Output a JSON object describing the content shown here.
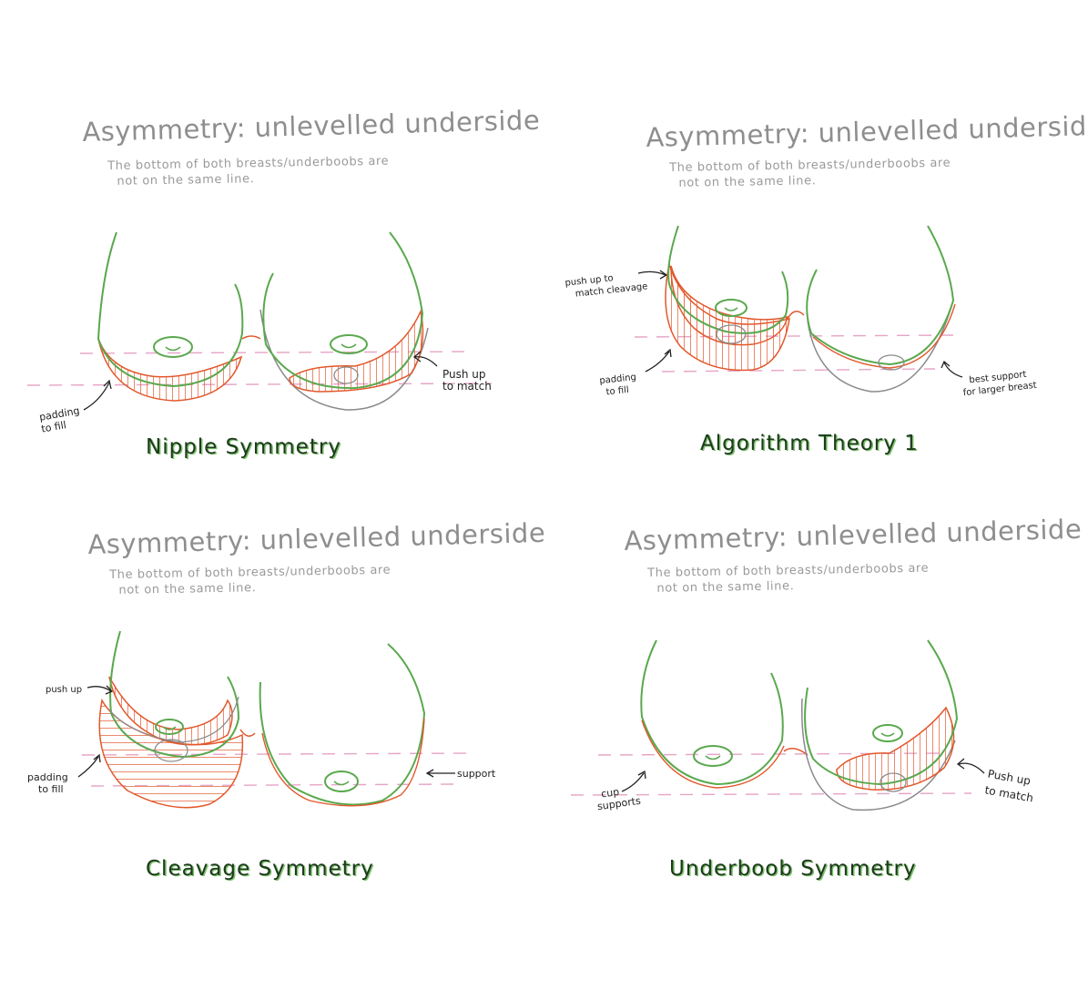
{
  "colors": {
    "outline_green": "#5aa84e",
    "hatch_red": "#e2582c",
    "pencil_grey": "#8a8a8a",
    "guide_pink": "#e6a4c6"
  },
  "panels": [
    {
      "heading": "Asymmetry: unlevelled underside",
      "sub_line1": "The bottom of both breasts/underboobs are",
      "sub_line2": "not on the same line.",
      "caption": "Nipple Symmetry",
      "notes": [
        {
          "line1": "padding",
          "line2": "to fill"
        },
        {
          "line1": "Push up",
          "line2": "to match"
        }
      ]
    },
    {
      "heading": "Asymmetry: unlevelled underside",
      "sub_line1": "The bottom of both breasts/underboobs are",
      "sub_line2": "not on the same line.",
      "caption": "Algorithm Theory 1",
      "notes": [
        {
          "line1": "push up to",
          "line2": "match cleavage"
        },
        {
          "line1": "padding",
          "line2": "to fill"
        },
        {
          "line1": "best support",
          "line2": "for larger breast"
        }
      ]
    },
    {
      "heading": "Asymmetry: unlevelled underside",
      "sub_line1": "The bottom of both breasts/underboobs are",
      "sub_line2": "not on the same line.",
      "caption": "Cleavage Symmetry",
      "notes": [
        {
          "line1": "push up",
          "line2": ""
        },
        {
          "line1": "padding",
          "line2": "to fill"
        },
        {
          "line1": "support",
          "line2": ""
        }
      ]
    },
    {
      "heading": "Asymmetry: unlevelled underside",
      "sub_line1": "The bottom of both breasts/underboobs are",
      "sub_line2": "not on the same line.",
      "caption": "Underboob Symmetry",
      "notes": [
        {
          "line1": "cup",
          "line2": "supports"
        },
        {
          "line1": "Push up",
          "line2": "to match"
        }
      ]
    }
  ]
}
